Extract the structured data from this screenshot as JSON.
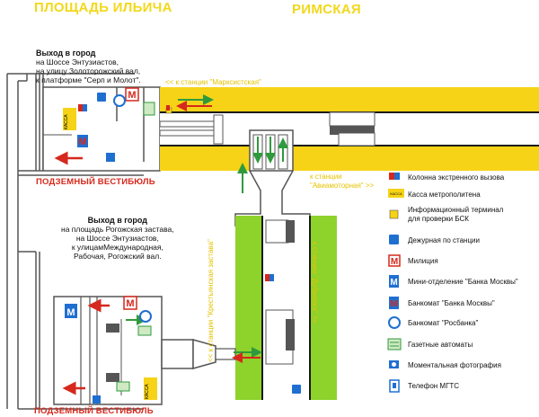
{
  "stations": {
    "left": "ПЛОЩАДЬ ИЛЬИЧА",
    "right": "РИМСКАЯ"
  },
  "exit_top": {
    "title": "Выход в город",
    "lines": [
      "на Шоссе Энтузиастов,",
      "на улицу Золоторожский вал,",
      "к платформе \"Серп и Молот\"."
    ]
  },
  "exit_bottom": {
    "title": "Выход в город",
    "lines": [
      "на площадь Рогожская застава,",
      "на Шоссе Энтузиастов,",
      "к улицамМеждународная,",
      "Рабочая, Рогожский вал."
    ]
  },
  "vestibule_top": "ПОДЗЕМНЫЙ ВЕСТИБЮЛЬ",
  "vestibule_bottom": "ПОДЗЕМНЫЙ ВЕСТИБЮЛЬ",
  "directions": {
    "marksistskaya": "<< к станции \"Марксистская\"",
    "aviamotornaya_1": "к станции",
    "aviamotornaya_2": "\"Авиамоторная\" >>",
    "krestyanskaya": "<< к станции \"Крестьянская застава\"",
    "dubrovka": "к станции \"Дубровка\" >>"
  },
  "kassa_label": "КАССА",
  "legend": [
    {
      "icon": "emergency-column-icon",
      "text": "Колонна экстренного вызова"
    },
    {
      "icon": "ticket-office-icon",
      "text": "Касса метрополитена"
    },
    {
      "icon": "info-terminal-icon",
      "text": "Информационный терминал",
      "text2": "для проверки БСК"
    },
    {
      "icon": "station-duty-icon",
      "text": "Дежурная по станции"
    },
    {
      "icon": "militia-icon",
      "text": "Милиция"
    },
    {
      "icon": "bank-office-icon",
      "text": "Мини-отделение \"Банка Москвы\""
    },
    {
      "icon": "bank-atm-icon",
      "text": "Банкомат \"Банка Москвы\""
    },
    {
      "icon": "rosbank-atm-icon",
      "text": "Банкомат \"Росбанка\""
    },
    {
      "icon": "newspaper-machine-icon",
      "text": "Газетные автоматы"
    },
    {
      "icon": "photo-booth-icon",
      "text": "Моментальная фотография"
    },
    {
      "icon": "mgts-phone-icon",
      "text": "Телефон МГТС"
    }
  ],
  "colors": {
    "platform_yellow": "#f6d316",
    "platform_green": "#8ed22c",
    "arrow_green": "#2f9a3d",
    "arrow_red": "#d6281c",
    "wall": "#555555",
    "dark_wall": "#1a1a1a"
  }
}
